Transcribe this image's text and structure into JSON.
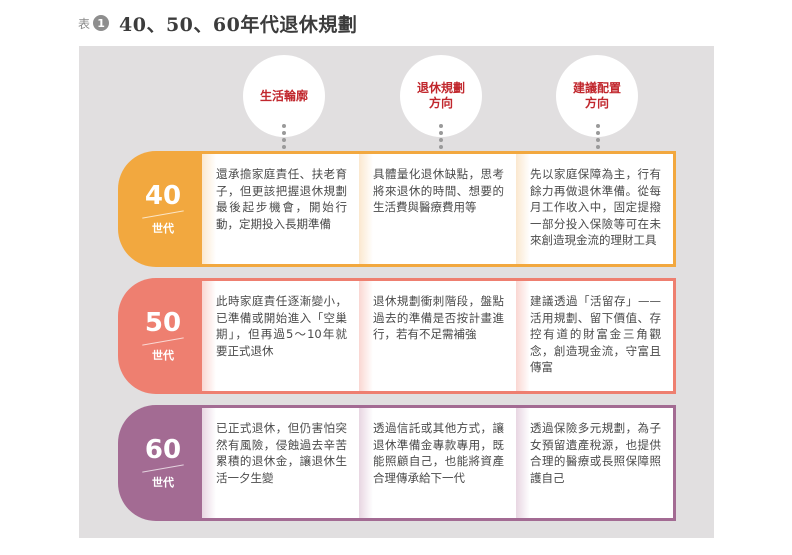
{
  "title": {
    "prefix": "表",
    "number": "1",
    "text": "40、50、60年代退休規劃"
  },
  "headers": [
    {
      "label": "生活輪廓"
    },
    {
      "label": "退休規劃\n方向"
    },
    {
      "label": "建議配置\n方向"
    }
  ],
  "rows": [
    {
      "decade": "40",
      "generation": "世代",
      "color": "#f2a83f",
      "cells": [
        "還承擔家庭責任、扶老育子，但更該把握退休規劃最後起步機會，開始行動，定期投入長期準備",
        "具體量化退休缺點，思考將來退休的時間、想要的生活費與醫療費用等",
        "先以家庭保障為主，行有餘力再做退休準備。從每月工作收入中，固定提撥一部分投入保險等可在未來創造現金流的理財工具"
      ]
    },
    {
      "decade": "50",
      "generation": "世代",
      "color": "#ee7f70",
      "cells": [
        "此時家庭責任逐漸變小，已準備或開始進入「空巢期」，但再過5～10年就要正式退休",
        "退休規劃衝刺階段，盤點過去的準備是否按計畫進行，若有不足需補強",
        "建議透過「活留存」——活用規劃、留下價值、存控有道的財富金三角觀念，創造現金流，守富且傳富"
      ]
    },
    {
      "decade": "60",
      "generation": "世代",
      "color": "#a36b93",
      "cells": [
        "已正式退休，但仍害怕突然有風險，侵蝕過去辛苦累積的退休金，讓退休生活一夕生變",
        "透過信託或其他方式，讓退休準備金專款專用，既能照顧自己，也能將資產合理傳承給下一代",
        "透過保險多元規劃，為子女預留遺產稅源，也提供合理的醫療或長照保障照護自己"
      ]
    }
  ]
}
